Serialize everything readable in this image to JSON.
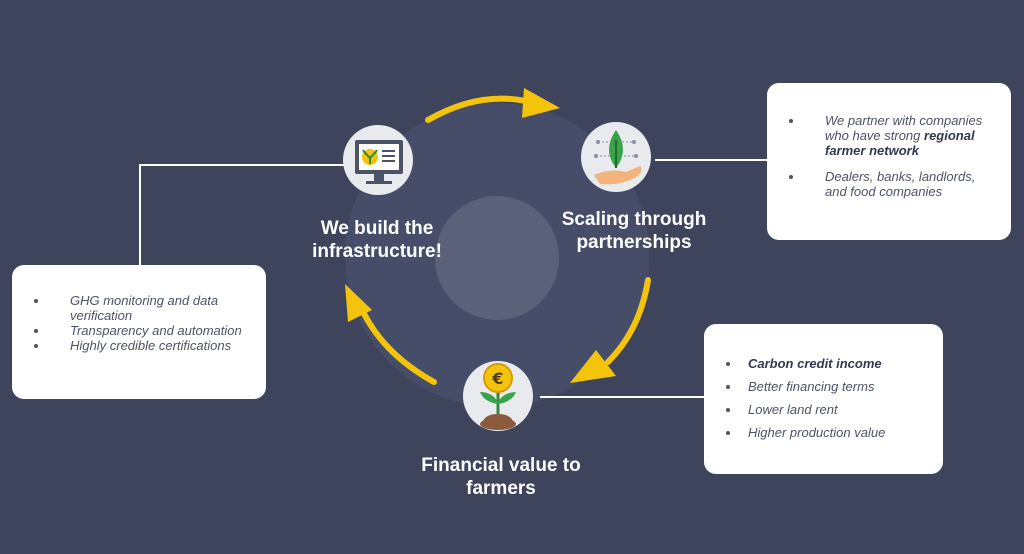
{
  "nodes": {
    "infrastructure": {
      "label_line1": "We build the",
      "label_line2": "infrastructure!",
      "icon": "monitor-seedling-icon"
    },
    "scaling": {
      "label_line1": "Scaling through",
      "label_line2": "partnerships",
      "icon": "hand-plant-network-icon"
    },
    "financial": {
      "label_line1": "Financial value to",
      "label_line2": "farmers",
      "icon": "euro-coin-plant-icon"
    }
  },
  "panels": {
    "left": {
      "items": [
        "GHG monitoring and data verification",
        "Transparency and automation",
        "Highly credible certifications"
      ]
    },
    "right_top": {
      "item1_prefix": "We partner with companies who have strong ",
      "item1_bold": "regional farmer network",
      "item2": "Dealers, banks, landlords, and food companies"
    },
    "right_bottom": {
      "items_bold": "Carbon credit income",
      "items": [
        "Better financing terms",
        "Lower land rent",
        "Higher production value"
      ]
    }
  },
  "colors": {
    "background": "#3d445c",
    "arrow": "#f4c40d",
    "ring": "#475070",
    "center_circle": "#5a6178",
    "connector": "#ffffff",
    "icon_circle": "#e8eaee"
  }
}
